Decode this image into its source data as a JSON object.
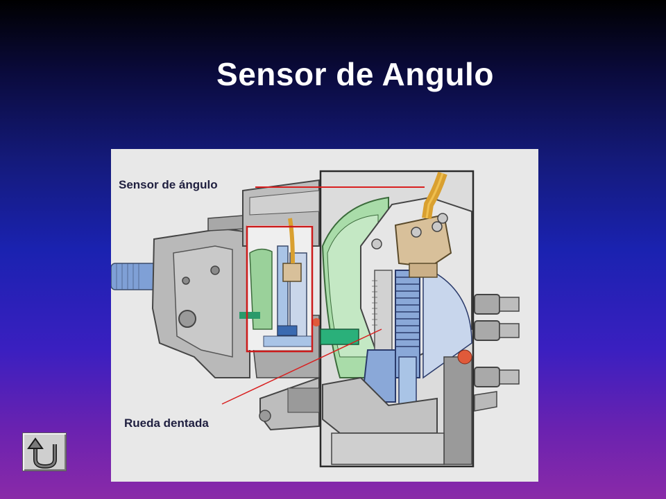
{
  "slide": {
    "title": "Sensor de Angulo"
  },
  "figure": {
    "labels": {
      "angle_sensor": "Sensor de ángulo",
      "toothed_wheel": "Rueda dentada"
    },
    "colors": {
      "callout_line": "#d81f1f",
      "highlight_box": "#cc1a1a",
      "background": "#e8e8e8"
    }
  },
  "navigation": {
    "return_icon": "u-turn-arrow-icon"
  }
}
